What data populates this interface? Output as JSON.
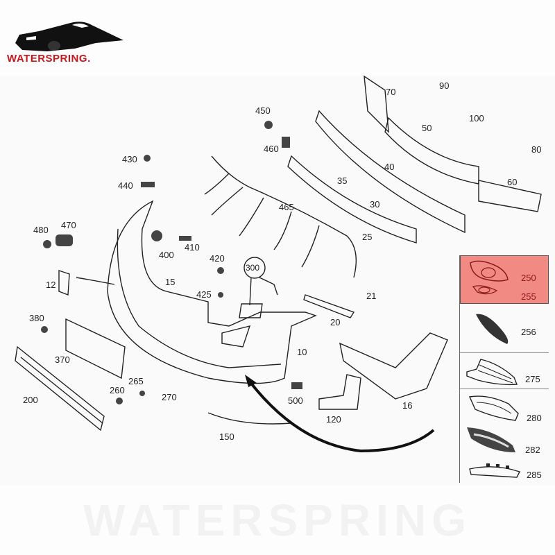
{
  "brand": {
    "name": "WATERSPRING",
    "suffix": ".",
    "logo_icon": "sports-car-silhouette-icon",
    "color": "#c8161d"
  },
  "diagram": {
    "type": "exploded-parts-diagram",
    "subject": "front bumper assembly",
    "highlight_color": "#f28a84",
    "arrow": {
      "from_label": "10",
      "to_panel": "right-side-panel"
    },
    "parts": [
      {
        "id": "10",
        "name": "bumper-cover"
      },
      {
        "id": "12"
      },
      {
        "id": "15"
      },
      {
        "id": "16"
      },
      {
        "id": "20"
      },
      {
        "id": "21"
      },
      {
        "id": "25"
      },
      {
        "id": "30"
      },
      {
        "id": "35"
      },
      {
        "id": "40"
      },
      {
        "id": "50"
      },
      {
        "id": "60"
      },
      {
        "id": "70"
      },
      {
        "id": "80"
      },
      {
        "id": "90"
      },
      {
        "id": "100"
      },
      {
        "id": "120"
      },
      {
        "id": "150"
      },
      {
        "id": "200"
      },
      {
        "id": "260"
      },
      {
        "id": "265"
      },
      {
        "id": "270"
      },
      {
        "id": "300"
      },
      {
        "id": "370"
      },
      {
        "id": "380"
      },
      {
        "id": "400"
      },
      {
        "id": "410"
      },
      {
        "id": "420"
      },
      {
        "id": "425"
      },
      {
        "id": "430"
      },
      {
        "id": "440"
      },
      {
        "id": "450"
      },
      {
        "id": "460"
      },
      {
        "id": "465"
      },
      {
        "id": "470"
      },
      {
        "id": "480"
      },
      {
        "id": "500"
      }
    ],
    "side_panel": [
      {
        "labels": [
          "250",
          "255"
        ],
        "highlighted": true
      },
      {
        "labels": [
          "256"
        ],
        "highlighted": false
      },
      {
        "labels": [
          "275"
        ],
        "highlighted": false
      },
      {
        "labels": [
          "280",
          "282",
          "285"
        ],
        "highlighted": false
      }
    ]
  },
  "labels": {
    "l450": "450",
    "l460": "460",
    "l430": "430",
    "l440": "440",
    "l465": "465",
    "l480": "480",
    "l470": "470",
    "l400": "400",
    "l410": "410",
    "l420": "420",
    "l425": "425",
    "l15": "15",
    "l12": "12",
    "l300": "300",
    "l70": "70",
    "l90": "90",
    "l100": "100",
    "l50": "50",
    "l80": "80",
    "l40": "40",
    "l60": "60",
    "l35": "35",
    "l30": "30",
    "l25": "25",
    "l21": "21",
    "l20": "20",
    "l10": "10",
    "l16": "16",
    "l380": "380",
    "l370": "370",
    "l200": "200",
    "l260": "260",
    "l265": "265",
    "l270": "270",
    "l500": "500",
    "l120": "120",
    "l150": "150",
    "l250": "250",
    "l255": "255",
    "l256": "256",
    "l275": "275",
    "l280": "280",
    "l282": "282",
    "l285": "285"
  },
  "watermark": "WATERSPRING"
}
